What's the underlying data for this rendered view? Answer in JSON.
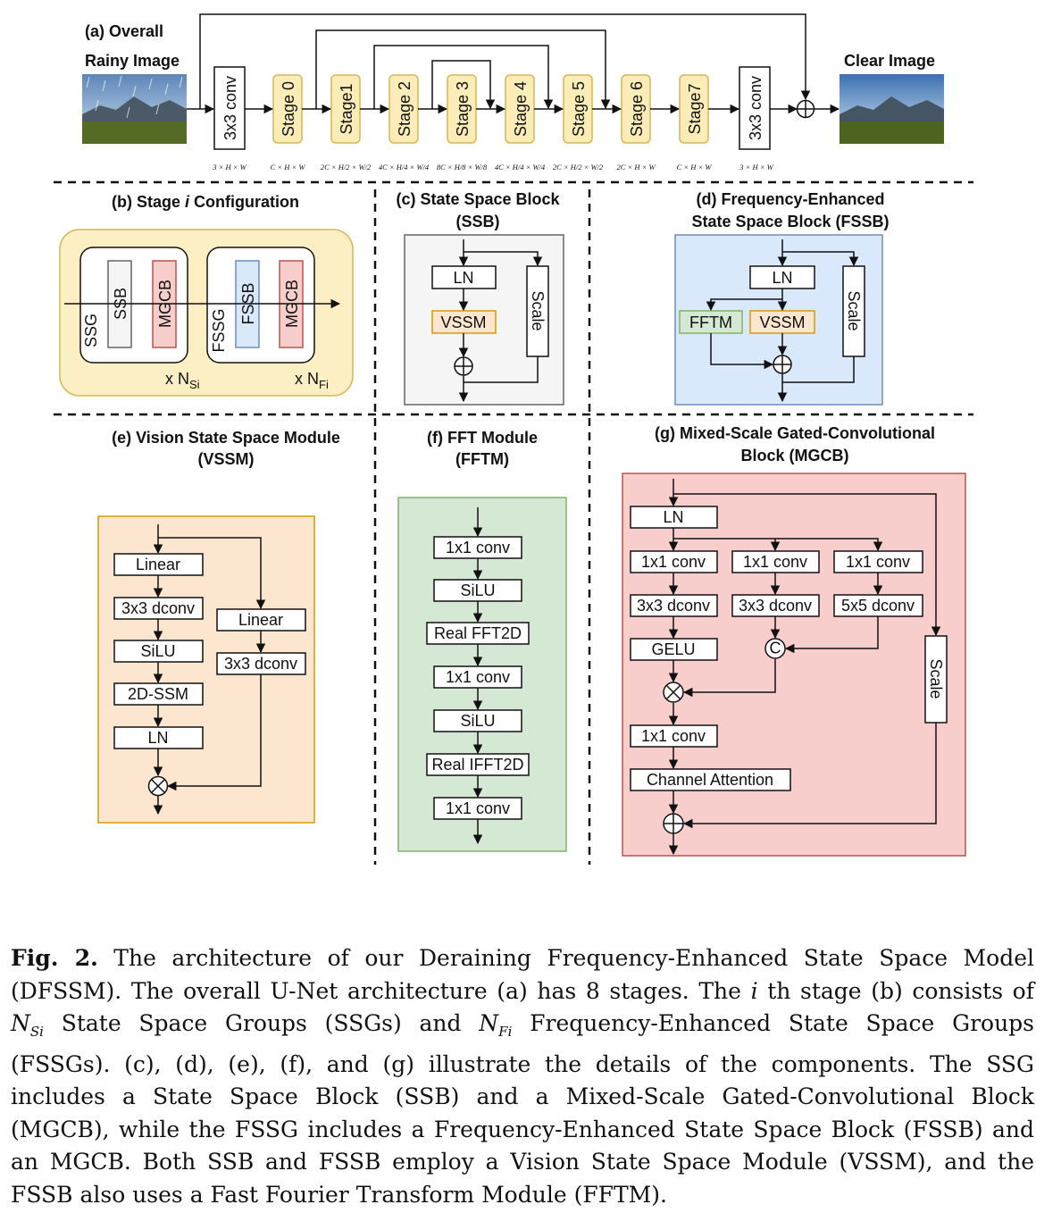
{
  "panel_a": {
    "title": "(a) Overall",
    "input_label": "Rainy Image",
    "output_label": "Clear Image",
    "blocks": [
      "3x3 conv",
      "Stage 0",
      "Stage1",
      "Stage 2",
      "Stage 3",
      "Stage 4",
      "Stage 5",
      "Stage 6",
      "Stage7",
      "3x3 conv"
    ],
    "dims": [
      "3 × H × W",
      "C × H × W",
      "2C × H/2 × W/2",
      "4C × H/4 × W/4",
      "8C × H/8 × W/8",
      "4C × H/4 × W/4",
      "2C × H/2 × W/2",
      "2C × H × W",
      "C × H × W",
      "3 × H × W"
    ]
  },
  "panel_b": {
    "title_pre": "(b) Stage ",
    "title_var": "i",
    "title_post": " Configuration",
    "group1": {
      "name": "SSG",
      "block1": "SSB",
      "block2": "MGCB",
      "repeat_prefix": "x N",
      "repeat_sub": "Si"
    },
    "group2": {
      "name": "FSSG",
      "block1": "FSSB",
      "block2": "MGCB",
      "repeat_prefix": "x N",
      "repeat_sub": "Fi"
    }
  },
  "panel_c": {
    "title1": "(c) State Space Block",
    "title2": "(SSB)",
    "ln": "LN",
    "vssm": "VSSM",
    "scale": "Scale"
  },
  "panel_d": {
    "title1": "(d) Frequency-Enhanced",
    "title2": "State Space Block (FSSB)",
    "ln": "LN",
    "fftm": "FFTM",
    "vssm": "VSSM",
    "scale": "Scale"
  },
  "panel_e": {
    "title1": "(e) Vision State Space Module",
    "title2": "(VSSM)",
    "left_chain": [
      "Linear",
      "3x3 dconv",
      "SiLU",
      "2D-SSM",
      "LN"
    ],
    "right_chain": [
      "Linear",
      "3x3 dconv"
    ]
  },
  "panel_f": {
    "title1": "(f) FFT Module",
    "title2": "(FFTM)",
    "chain": [
      "1x1 conv",
      "SiLU",
      "Real FFT2D",
      "1x1 conv",
      "SiLU",
      "Real IFFT2D",
      "1x1 conv"
    ]
  },
  "panel_g": {
    "title1": "(g) Mixed-Scale Gated-Convolutional",
    "title2": "Block (MGCB)",
    "ln": "LN",
    "conv1": [
      "1x1 conv",
      "1x1 conv",
      "1x1 conv"
    ],
    "dconv": [
      "3x3 dconv",
      "3x3 dconv",
      "5x5 dconv"
    ],
    "gelu": "GELU",
    "concat": "C",
    "post_conv": "1x1 conv",
    "channel_attention": "Channel Attention",
    "scale": "Scale"
  },
  "colors": {
    "stage_fill": "#fbecb8",
    "stage_stroke": "#d6b656",
    "panel_b_fill": "#fcefc3",
    "panel_b_stroke": "#d6b656",
    "panel_c_fill": "#f5f5f5",
    "panel_c_stroke": "#666666",
    "panel_d_fill": "#dae8fc",
    "panel_d_stroke": "#6c8ebf",
    "panel_e_fill": "#fde6cf",
    "panel_e_stroke": "#d79b00",
    "panel_f_fill": "#d5e8d4",
    "panel_f_stroke": "#82b366",
    "panel_g_fill": "#f8cecc",
    "panel_g_stroke": "#b85450"
  },
  "caption": {
    "label": "Fig. 2.",
    "line1": " The architecture of our Deraining Frequency-Enhanced State Space Model (DFSSM). The overall U-Net architecture (a) has 8 stages. The ",
    "i_var": "i",
    "line2": " th stage (b) consists of ",
    "n_s": "N",
    "n_s_sub": "Si",
    "line3": " State Space Groups (SSGs) and ",
    "n_f": "N",
    "n_f_sub": "Fi",
    "line4": " Frequency-Enhanced State Space Groups (FSSGs). (c), (d), (e), (f), and (g) illustrate the details of the components. The SSG includes a State Space Block (SSB) and a Mixed-Scale Gated-Convolutional Block (MGCB), while the FSSG includes a Frequency-Enhanced State Space Block (FSSB) and an MGCB. Both SSB and FSSB employ a Vision State Space Module (VSSM), and the FSSB also uses a Fast Fourier Transform Module (FFTM)."
  }
}
